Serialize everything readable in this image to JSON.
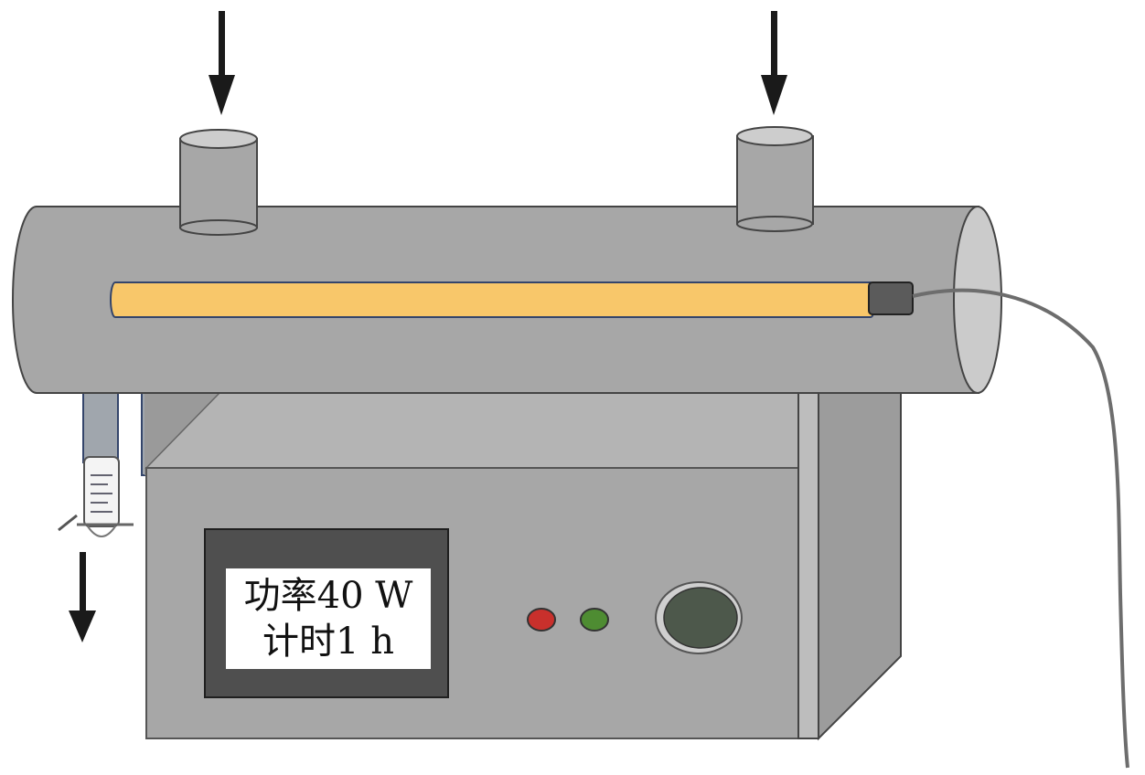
{
  "display": {
    "line1": "功率40 W",
    "line2": "计时1 h"
  },
  "colors": {
    "body": "#a7a7a7",
    "lamp": "#f8c76a",
    "indicator_red": "#c9302c",
    "indicator_green": "#4e8c32",
    "arrow": "#1a1a1a"
  },
  "icons": [
    "inlet-arrow-icon",
    "outlet-arrow-icon",
    "power-cable",
    "knob"
  ]
}
